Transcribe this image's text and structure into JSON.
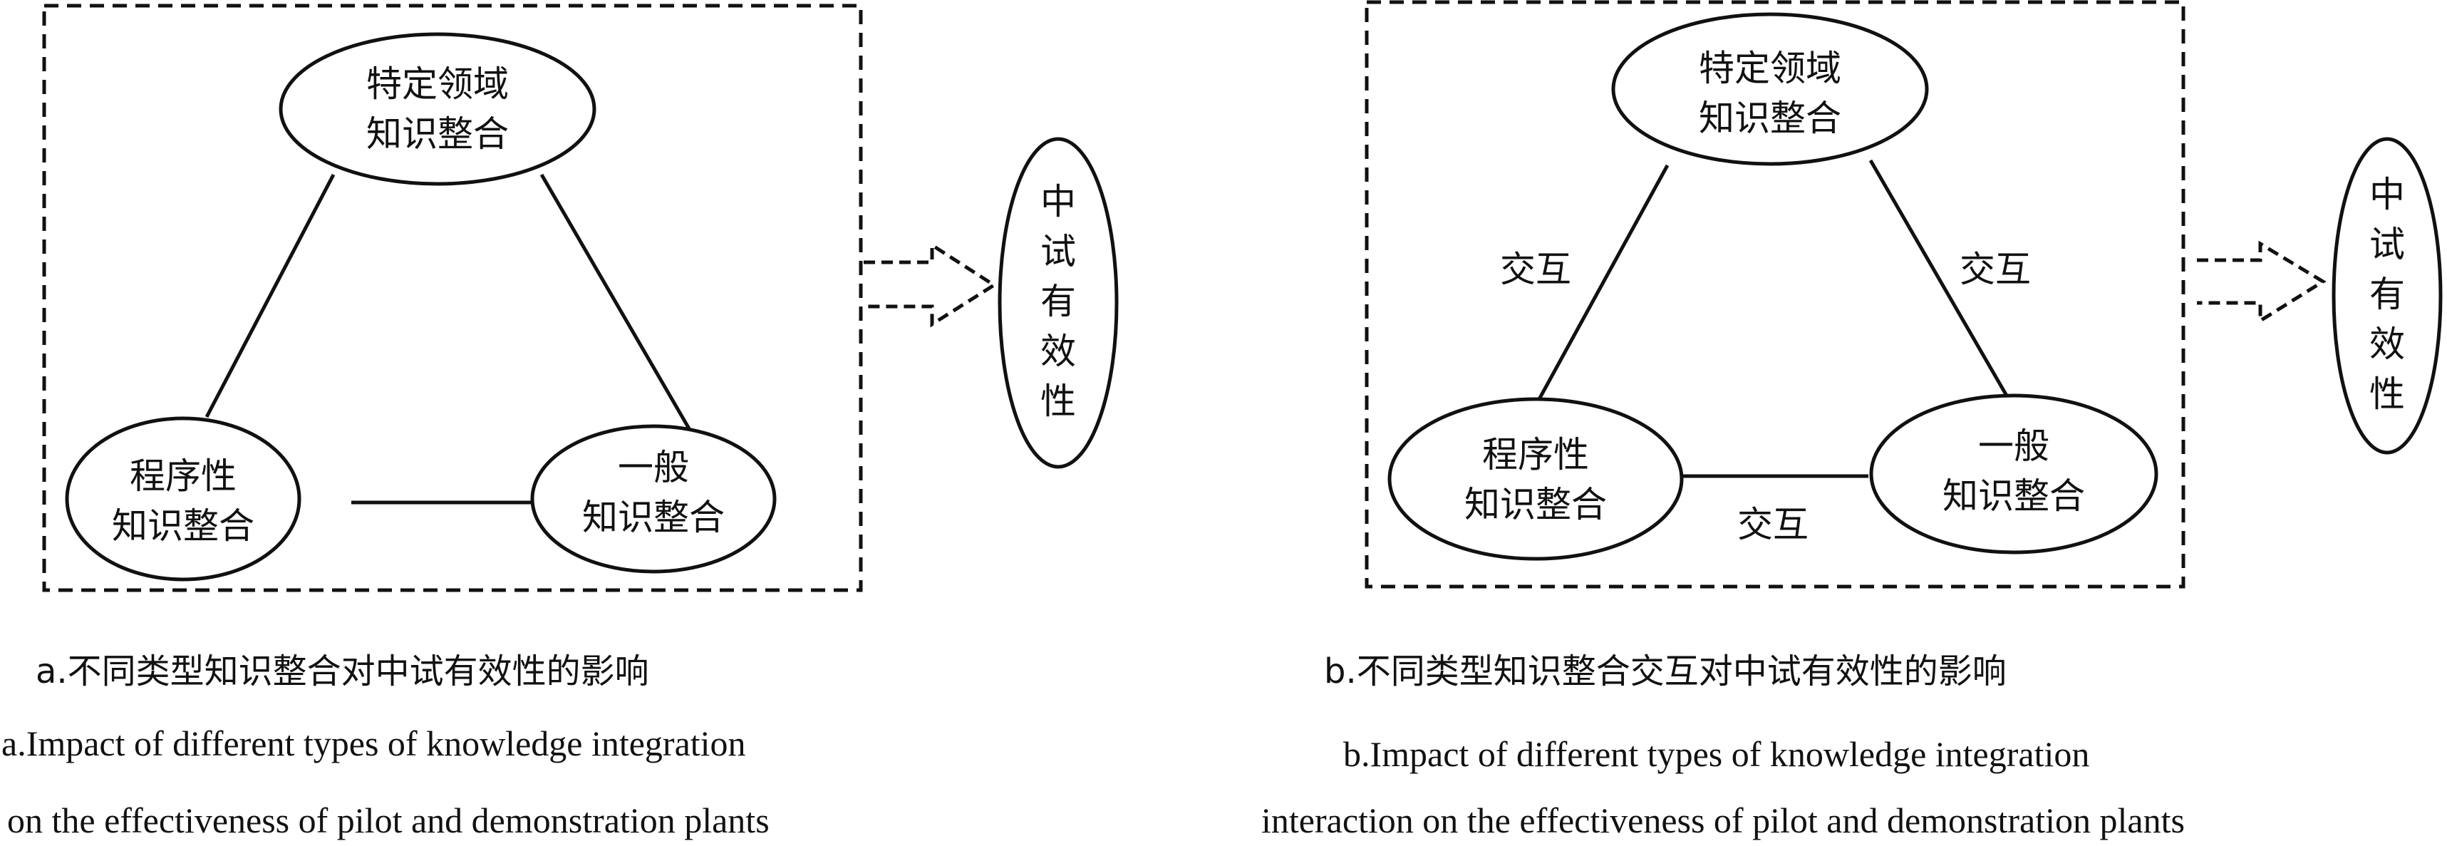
{
  "panel_a": {
    "node_top": [
      "特定领域",
      "知识整合"
    ],
    "node_left": [
      "程序性",
      "知识整合"
    ],
    "node_right": [
      "一般",
      "知识整合"
    ],
    "target": [
      "中",
      "试",
      "有",
      "效",
      "性"
    ],
    "caption_zh": "a.不同类型知识整合对中试有效性的影响",
    "caption_en_line1": "a.Impact of different types of knowledge integration",
    "caption_en_line2": "on the effectiveness of pilot and demonstration plants"
  },
  "panel_b": {
    "node_top": [
      "特定领域",
      "知识整合"
    ],
    "node_left": [
      "程序性",
      "知识整合"
    ],
    "node_right": [
      "一般",
      "知识整合"
    ],
    "edge_label_left": "交互",
    "edge_label_right": "交互",
    "edge_label_bottom": "交互",
    "target": [
      "中",
      "试",
      "有",
      "效",
      "性"
    ],
    "caption_zh": "b.不同类型知识整合交互对中试有效性的影响",
    "caption_en_line1": "b.Impact  of different  types of knowledge integration",
    "caption_en_line2": "interaction on the effectiveness of pilot and demonstration plants"
  }
}
